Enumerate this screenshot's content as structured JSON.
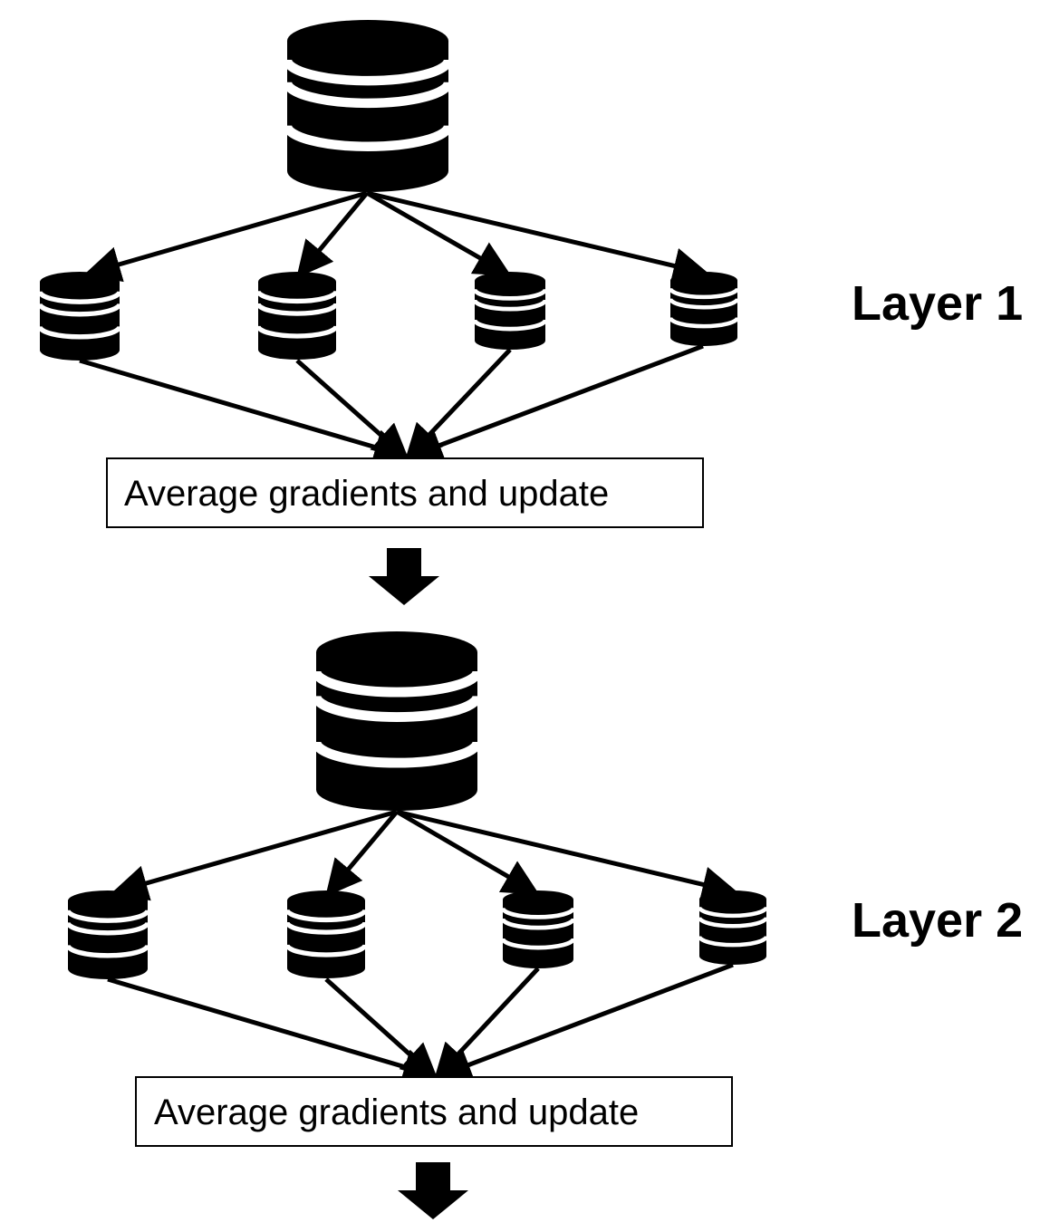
{
  "colors": {
    "ink": "#000000",
    "background": "#ffffff"
  },
  "icons": {
    "main": "database-icon",
    "shard": "database-shard-icon",
    "flow": "down-arrow-icon"
  },
  "layers": [
    {
      "label": "Layer 1",
      "box_text": "Average gradients and update",
      "shard_count": 4
    },
    {
      "label": "Layer 2",
      "box_text": "Average gradients and update",
      "shard_count": 4
    }
  ]
}
